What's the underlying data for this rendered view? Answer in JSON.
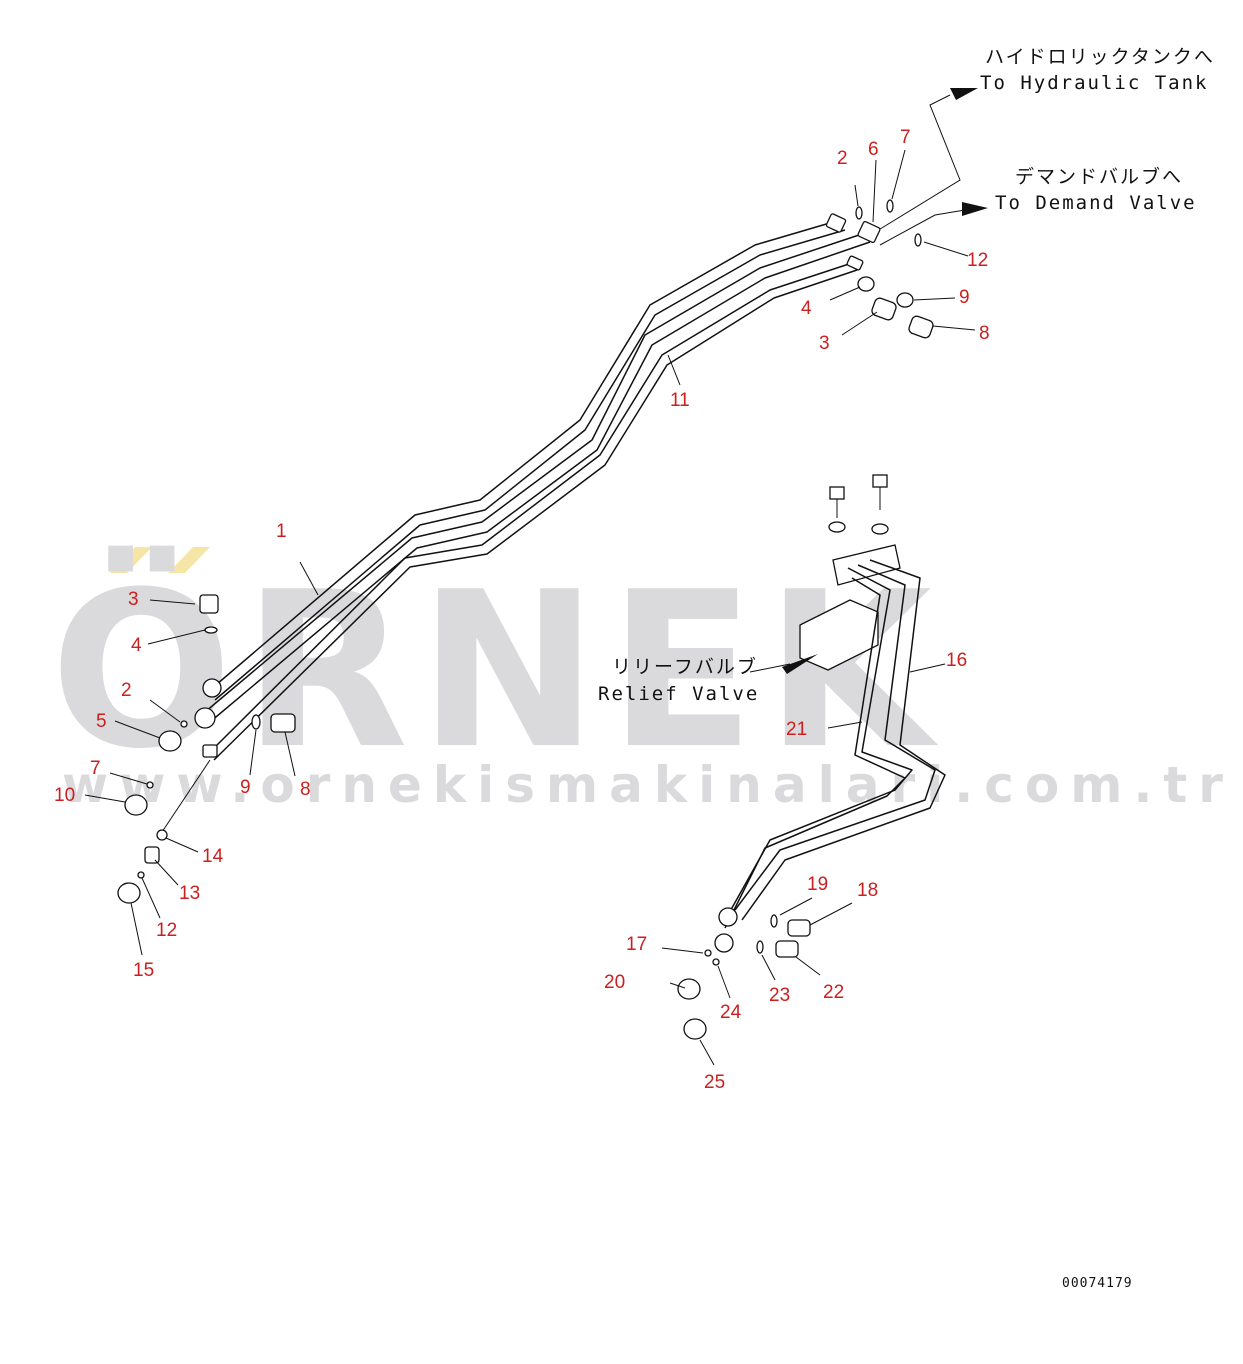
{
  "watermark": {
    "brand": "ÖRNEK",
    "url": "www.ornekismakinalari.com.tr",
    "accent_color": "#f5e6a8",
    "text_color": "#dadadd"
  },
  "notes": {
    "tank_jp": "ハイドロリックタンクへ",
    "tank_en": "To Hydraulic Tank",
    "demand_jp": "デマンドバルブへ",
    "demand_en": "To Demand Valve",
    "relief_jp": "リリーフバルブ",
    "relief_en": "Relief Valve"
  },
  "drawing_code": "00074179",
  "callouts": {
    "c1": "1",
    "c2a": "2",
    "c2b": "2",
    "c3a": "3",
    "c3b": "3",
    "c4a": "4",
    "c4b": "4",
    "c5": "5",
    "c6": "6",
    "c7a": "7",
    "c7b": "7",
    "c8a": "8",
    "c8b": "8",
    "c9a": "9",
    "c9b": "9",
    "c10": "10",
    "c11": "11",
    "c12a": "12",
    "c12b": "12",
    "c13": "13",
    "c14": "14",
    "c15": "15",
    "c16": "16",
    "c17": "17",
    "c18": "18",
    "c19": "19",
    "c20": "20",
    "c21": "21",
    "c22": "22",
    "c23": "23",
    "c24": "24",
    "c25": "25"
  },
  "colors": {
    "callout": "#cc1f1f",
    "line": "#111111"
  }
}
